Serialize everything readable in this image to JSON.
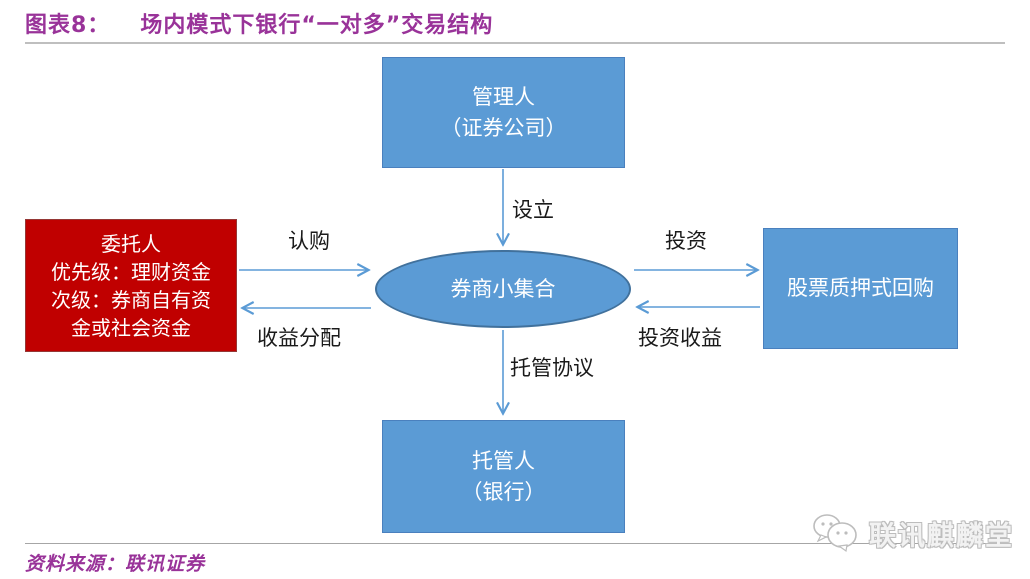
{
  "header": {
    "figure_label": "图表8：",
    "title": "场内模式下银行“一对多”交易结构"
  },
  "diagram": {
    "nodes": {
      "manager": {
        "shape": "rect",
        "lines": [
          "管理人",
          "（证券公司）"
        ]
      },
      "client": {
        "shape": "rect",
        "lines": [
          "委托人",
          "优先级：理财资金",
          "次级：券商自有资",
          "金或社会资金"
        ]
      },
      "pool": {
        "shape": "ellipse",
        "label": "券商小集合"
      },
      "repo": {
        "shape": "rect",
        "label": "股票质押式回购"
      },
      "custodian": {
        "shape": "rect",
        "lines": [
          "托管人",
          "（银行）"
        ]
      }
    },
    "edges": [
      {
        "from": "manager",
        "to": "pool",
        "label": "设立"
      },
      {
        "from": "client",
        "to": "pool",
        "label": "认购"
      },
      {
        "from": "pool",
        "to": "client",
        "label": "收益分配"
      },
      {
        "from": "pool",
        "to": "repo",
        "label": "投资"
      },
      {
        "from": "repo",
        "to": "pool",
        "label": "投资收益"
      },
      {
        "from": "pool",
        "to": "custodian",
        "label": "托管协议"
      }
    ],
    "colors": {
      "node_blue": "#5b9bd5",
      "node_blue_border": "#41719c",
      "node_red": "#c00000",
      "arrow_blue": "#5b9bd5",
      "node_text": "#ffffff",
      "label_text": "#1a1a1a"
    }
  },
  "footer": {
    "source": "资料来源：联讯证券",
    "watermark": "联讯麒麟堂"
  },
  "colors": {
    "accent_purple": "#993399",
    "title_rule_gray": "#bfbfbf",
    "footer_rule_gray": "#a6a6a6"
  }
}
